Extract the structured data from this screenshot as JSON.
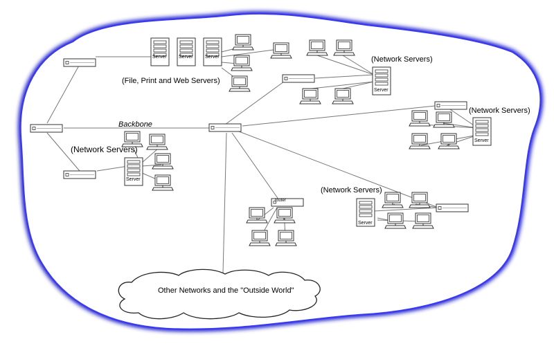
{
  "labels": {
    "backbone": "Backbone",
    "file_print_web": "(File, Print and Web Servers)",
    "network_servers_top": "(Network Servers)",
    "network_servers_right": "(Network Servers)",
    "network_servers_left": "(Network Servers)",
    "network_servers_bottom": "(Network Servers)",
    "outside_world": "Other Networks and the \"Outside World\"",
    "server": "Server",
    "router": "router"
  },
  "colors": {
    "glow": "#2222cc",
    "stroke": "#333333",
    "line": "#777777"
  }
}
